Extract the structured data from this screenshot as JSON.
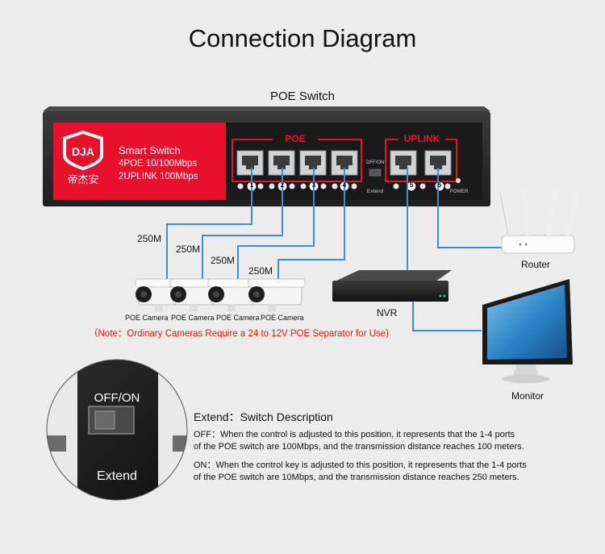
{
  "title": "Connection Diagram",
  "switch": {
    "caption": "POE Switch",
    "brand_badge": "DJA",
    "brand_cn": "帝杰安",
    "model_line1": "Smart Switch",
    "model_line2": "4POE 10/100Mbps",
    "model_line3": "2UPLINK 100Mbps",
    "poe_group_label": "POE",
    "uplink_group_label": "UPLINK",
    "port_numbers": [
      "1",
      "2",
      "3",
      "4",
      "5",
      "6"
    ],
    "switch_label": "OFF/ON",
    "extend_label": "Extend",
    "power_label": "POWER"
  },
  "cable_labels": [
    "250M",
    "250M",
    "250M",
    "250M"
  ],
  "camera_labels": [
    "POE Camera",
    "POE Camera",
    "POE Camera",
    "POE Camera"
  ],
  "router_label": "Router",
  "nvr_label": "NVR",
  "monitor_label": "Monitor",
  "note": "（Note：Ordinary Cameras Require a 24 to 12V POE Separator for Use)",
  "closeup": {
    "switch_label": "OFF/ON",
    "extend_label": "Extend"
  },
  "extend_description": {
    "title": "Extend：Switch Description",
    "off_line1": "OFF：When the control is adjusted to this position, it represents that the 1-4 ports",
    "off_line2": "of the POE switch are 100Mbps, and the transmission distance reaches 100 meters.",
    "on_line1": "ON：When the control key is adjusted to this position, it represents that the 1-4 ports",
    "on_line2": "of the POE switch are 10Mbps, and the transmission distance reaches 250 meters."
  },
  "colors": {
    "panel_red": "#e8102a",
    "cable_blue": "#3a8fd8",
    "note_red": "#ee1111",
    "chassis": "#2c2c2c"
  }
}
